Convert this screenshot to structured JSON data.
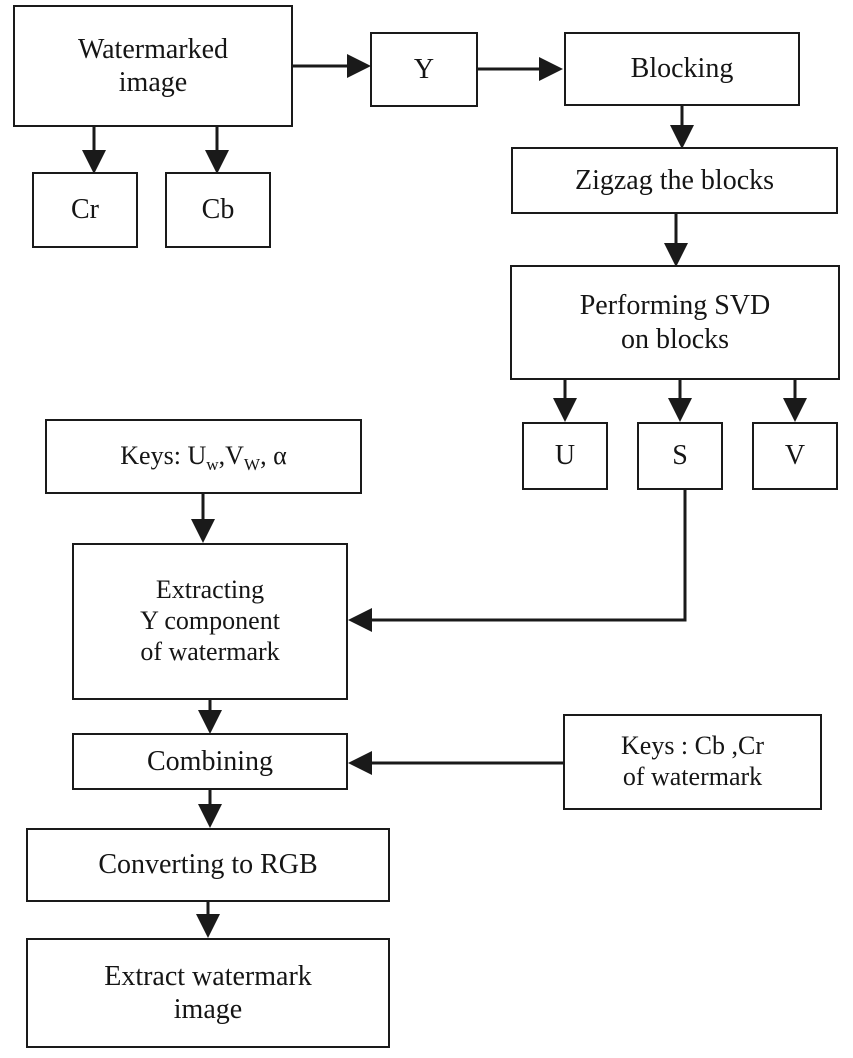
{
  "diagram": {
    "title": "Watermark extraction flowchart",
    "type": "flowchart",
    "stroke_color": "#1a1a1a",
    "background_color": "#ffffff",
    "nodes": [
      {
        "id": "watermarked_image",
        "label_line1": "Watermarked",
        "label_line2": "image"
      },
      {
        "id": "cr",
        "label": "Cr"
      },
      {
        "id": "cb",
        "label": "Cb"
      },
      {
        "id": "y",
        "label": "Y"
      },
      {
        "id": "blocking",
        "label": "Blocking"
      },
      {
        "id": "zigzag",
        "label": "Zigzag the blocks"
      },
      {
        "id": "svd",
        "label_line1": "Performing SVD",
        "label_line2": "on blocks"
      },
      {
        "id": "u",
        "label": "U"
      },
      {
        "id": "s",
        "label": "S"
      },
      {
        "id": "v",
        "label": "V"
      },
      {
        "id": "keys_uvalpha",
        "prefix": "Keys: U",
        "sub1": "w",
        "mid": ",V",
        "sub2": "W",
        "suffix": ", α"
      },
      {
        "id": "extracting",
        "label_line1": "Extracting",
        "label_line2": "Y  component",
        "label_line3": "of watermark"
      },
      {
        "id": "combining",
        "label": "Combining"
      },
      {
        "id": "keys_cbcr",
        "label_line1": "Keys : Cb ,Cr",
        "label_line2": "of watermark"
      },
      {
        "id": "converting_rgb",
        "label": "Converting to RGB"
      },
      {
        "id": "extract_watermark",
        "label_line1": "Extract watermark",
        "label_line2": "image"
      }
    ],
    "edges": [
      {
        "from": "watermarked_image",
        "to": "cr"
      },
      {
        "from": "watermarked_image",
        "to": "cb"
      },
      {
        "from": "watermarked_image",
        "to": "y"
      },
      {
        "from": "y",
        "to": "blocking"
      },
      {
        "from": "blocking",
        "to": "zigzag"
      },
      {
        "from": "zigzag",
        "to": "svd"
      },
      {
        "from": "svd",
        "to": "u"
      },
      {
        "from": "svd",
        "to": "s"
      },
      {
        "from": "svd",
        "to": "v"
      },
      {
        "from": "s",
        "to": "extracting"
      },
      {
        "from": "keys_uvalpha",
        "to": "extracting"
      },
      {
        "from": "extracting",
        "to": "combining"
      },
      {
        "from": "keys_cbcr",
        "to": "combining"
      },
      {
        "from": "combining",
        "to": "converting_rgb"
      },
      {
        "from": "converting_rgb",
        "to": "extract_watermark"
      }
    ]
  }
}
